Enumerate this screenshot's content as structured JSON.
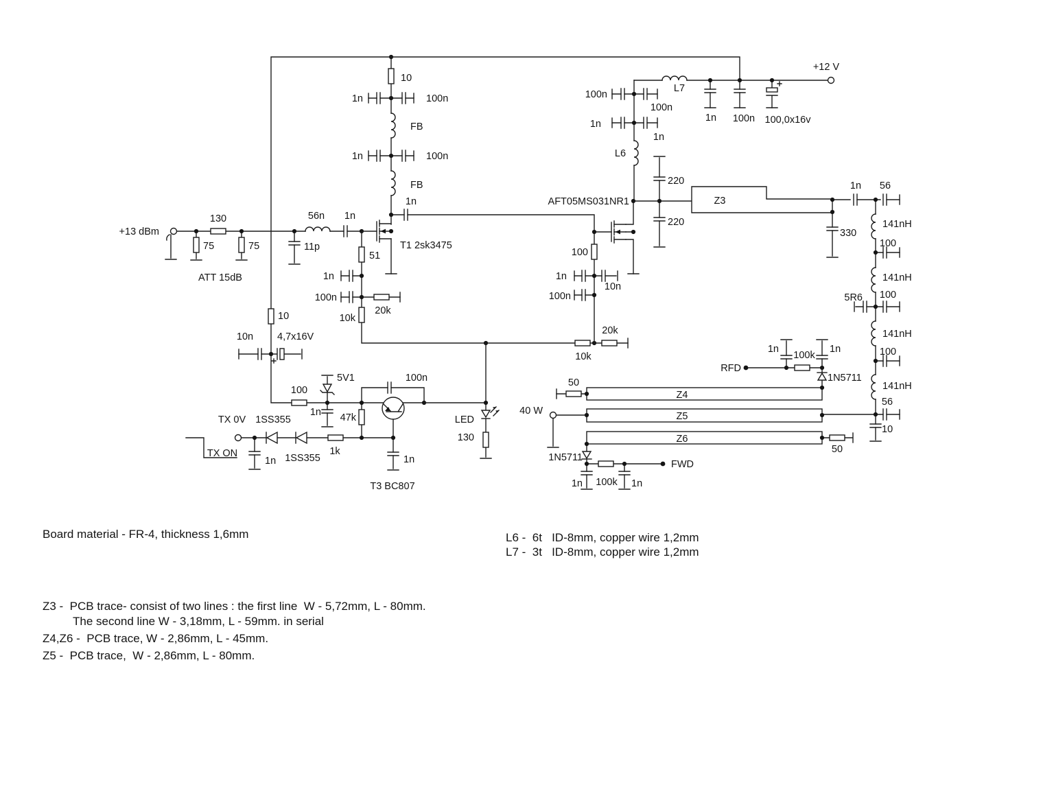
{
  "input": {
    "level": "+13 dBm",
    "r_shunt1": "75",
    "r_series": "130",
    "r_shunt2": "75",
    "att": "ATT 15dB",
    "c_shunt": "11p",
    "l_series": "56n",
    "c_couple": "1n"
  },
  "t1": {
    "name": "T1 2sk3475",
    "r51": "51",
    "c1n": "1n",
    "c100n": "100n",
    "r20k": "20k",
    "r10k": "10k"
  },
  "feed": {
    "r10": "10",
    "c1n_1": "1n",
    "c100n_1": "100n",
    "fb1": "FB",
    "c1n_2": "1n",
    "c100n_2": "100n",
    "fb2": "FB",
    "c_int": "1n"
  },
  "bias": {
    "r10": "10",
    "c10n": "10n",
    "c_el": "4,7x16V"
  },
  "tx": {
    "r100": "100",
    "zener": "5V1",
    "c1n_z": "1n",
    "r47k": "47k",
    "c100n": "100n",
    "t3": "T3 BC807",
    "c1n_b": "1n",
    "tx0v": "TX 0V",
    "tx_on": "TX ON",
    "d1": "1SS355",
    "d2": "1SS355",
    "c1n_in": "1n",
    "r1k": "1k"
  },
  "led": {
    "name": "LED",
    "r130": "130"
  },
  "divider": {
    "r10k": "10k",
    "r20k": "20k"
  },
  "t2": {
    "name": "AFT05MS031NR1",
    "r100": "100",
    "c1n": "1n",
    "c10n": "10n",
    "c100n": "100n",
    "c220_top": "220",
    "c220_bot": "220",
    "c100n_a": "100n",
    "c100n_b": "100n",
    "c1n_a": "1n",
    "c1n_b": "1n",
    "l6": "L6"
  },
  "power": {
    "l7": "L7",
    "v12": "+12 V",
    "c1n": "1n",
    "c100n": "100n",
    "c_el": "100,0x16v"
  },
  "z3sec": {
    "z3": "Z3",
    "c1n": "1n",
    "c56": "56",
    "c330": "330"
  },
  "chain": {
    "l141": "141nH",
    "c100": "100",
    "c5r6": "5R6",
    "c56": "56",
    "c10": "10"
  },
  "rfd": {
    "label": "RFD",
    "c1n_a": "1n",
    "r100k": "100k",
    "c1n_b": "1n",
    "diode": "1N5711"
  },
  "coupler": {
    "z4": "Z4",
    "z5": "Z5",
    "z6": "Z6",
    "r50_z4": "50",
    "power": "40 W",
    "diode": "1N5711",
    "r100k": "100k",
    "c1n_a": "1n",
    "c1n_b": "1n",
    "fwd": "FWD",
    "r50_z6": "50"
  },
  "notes": {
    "board": "Board material - FR-4, thickness 1,6mm",
    "l6": "L6 -  6t   ID-8mm, copper wire 1,2mm",
    "l7": "L7 -  3t   ID-8mm, copper wire 1,2mm",
    "z3_line1": "Z3 -  PCB trace- consist of two lines : the first line  W - 5,72mm, L - 80mm.",
    "z3_line2": "The second line W - 3,18mm, L - 59mm. in serial",
    "z4z6": "Z4,Z6 -  PCB trace, W - 2,86mm, L - 45mm.",
    "z5": "Z5 -  PCB trace,  W - 2,86mm, L - 80mm."
  }
}
